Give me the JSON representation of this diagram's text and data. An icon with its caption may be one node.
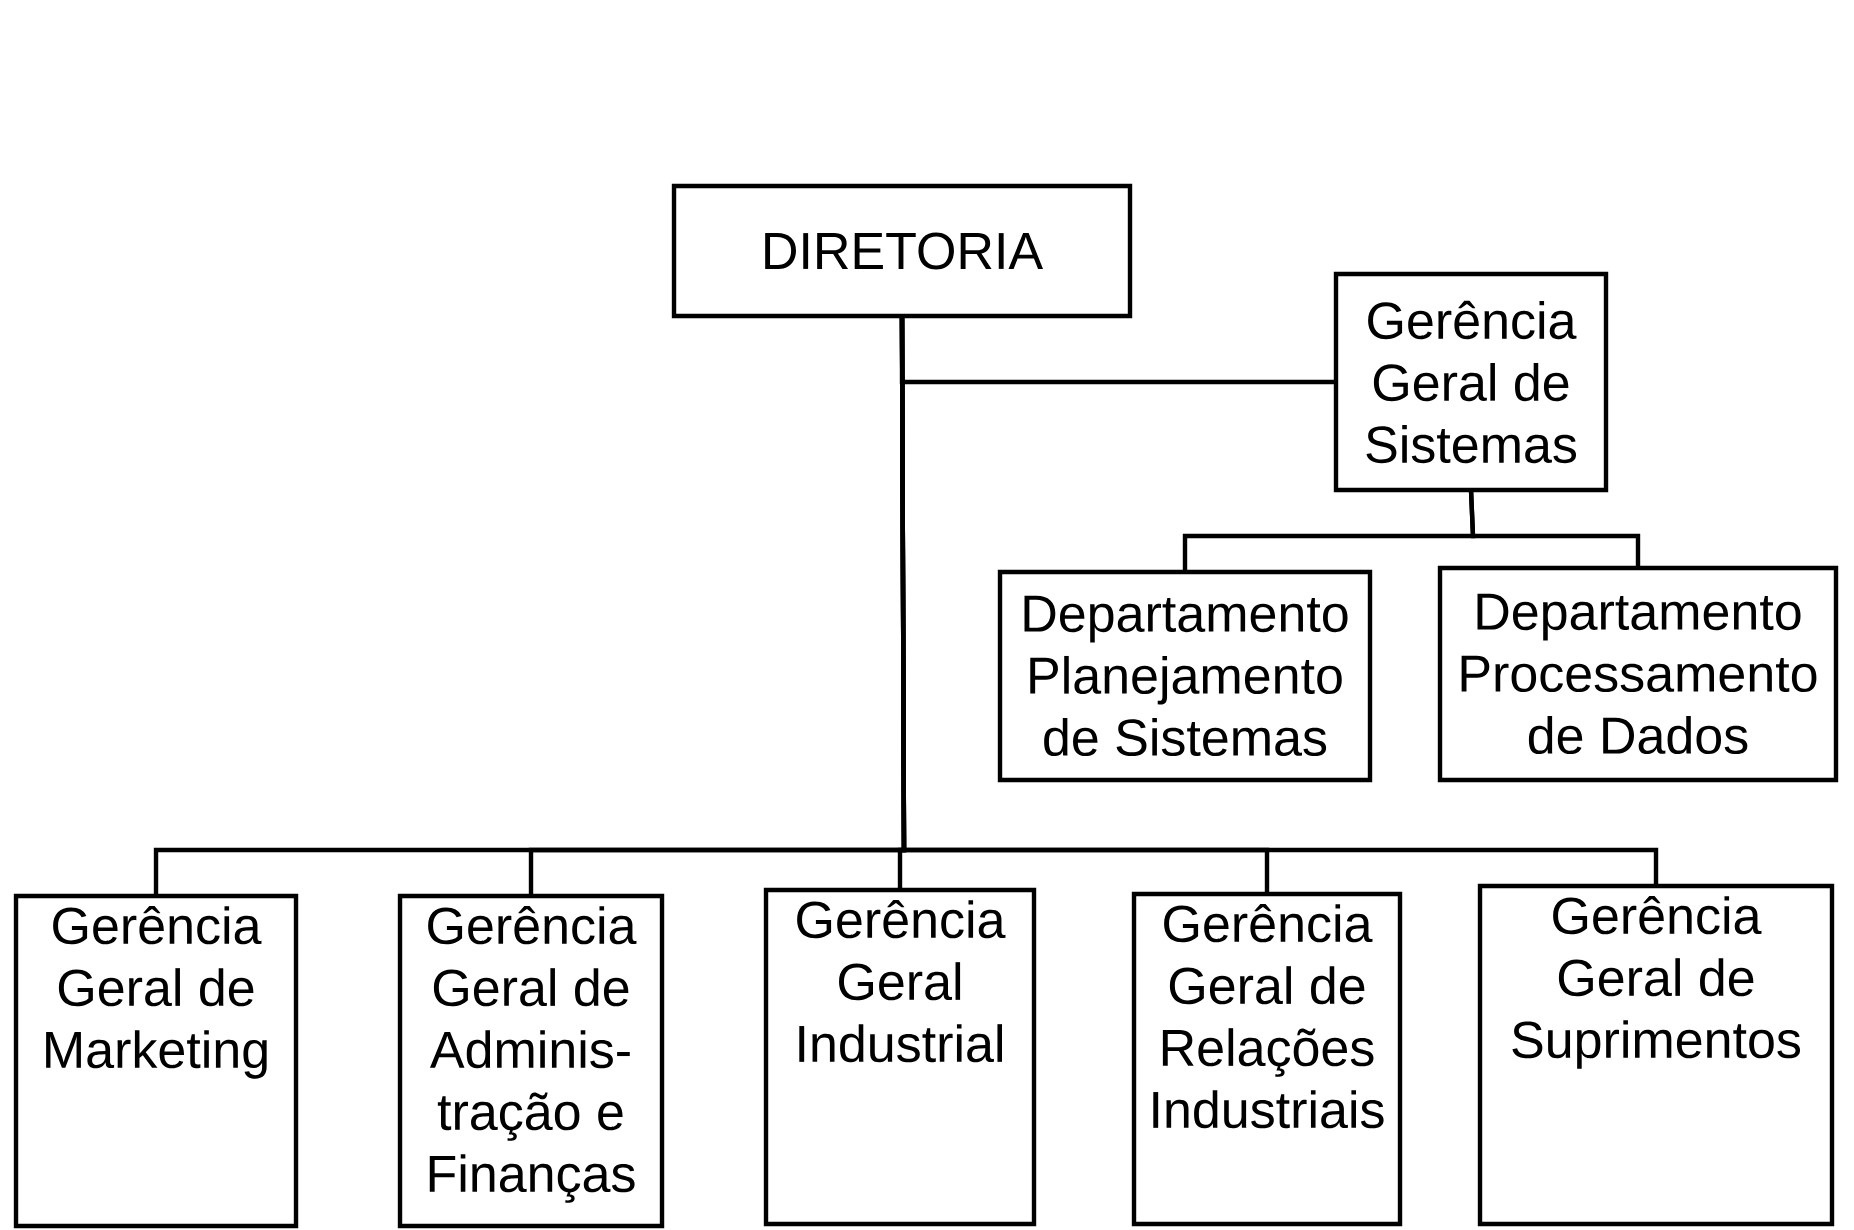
{
  "diagram": {
    "nodes": [
      {
        "text": [
          "DIRETORIA"
        ]
      },
      {
        "text": [
          "Gerência Geral de Sistemas"
        ]
      },
      {
        "text": [
          "Departamento Planejamento de Sistemas"
        ]
      },
      {
        "text": [
          "Departamento Processamento de Dados"
        ]
      },
      {
        "text": [
          "Gerência Geral de Marketing"
        ]
      },
      {
        "text": [
          "Gerência Geral de Adminis-tração e Finanças"
        ]
      },
      {
        "text": [
          "Gerência Geral Industrial"
        ]
      },
      {
        "text": [
          "Gerência Geral de Relações Industriais"
        ]
      },
      {
        "text": [
          "Gerência Geral de Suprimentos"
        ]
      }
    ],
    "edges": [
      {
        "from": 0,
        "to": 1,
        "arrow": "none"
      },
      {
        "from": 1,
        "to": 2,
        "arrow": "none"
      },
      {
        "from": 1,
        "to": 3,
        "arrow": "none"
      },
      {
        "from": 0,
        "to": 4,
        "arrow": "none"
      },
      {
        "from": 0,
        "to": 5,
        "arrow": "none"
      },
      {
        "from": 0,
        "to": 6,
        "arrow": "none"
      },
      {
        "from": 0,
        "to": 7,
        "arrow": "none"
      },
      {
        "from": 0,
        "to": 8,
        "arrow": "none"
      }
    ]
  }
}
